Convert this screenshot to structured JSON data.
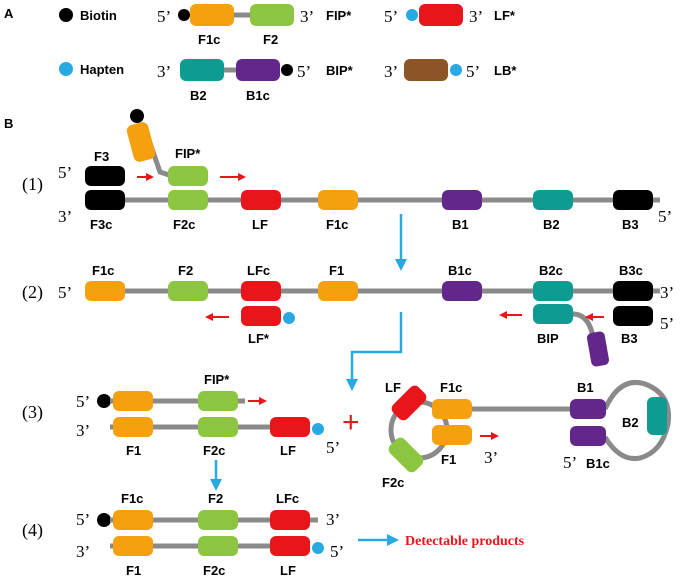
{
  "panels": {
    "a": "A",
    "b": "B"
  },
  "legend": {
    "biotin": "Biotin",
    "hapten": "Hapten"
  },
  "primers": {
    "fip": "FIP*",
    "bip": "BIP*",
    "lf": "LF*",
    "lb": "LB*"
  },
  "regions": {
    "f1c": "F1c",
    "f2": "F2",
    "b2": "B2",
    "b1c": "B1c",
    "f3": "F3",
    "f3c": "F3c",
    "f2c": "F2c",
    "lf": "LF",
    "b1": "B1",
    "b3": "B3",
    "lfc": "LFc",
    "f1": "F1",
    "b2c": "B2c",
    "b3c": "B3c",
    "bip": "BIP"
  },
  "ends": {
    "five": "5’",
    "three": "3’"
  },
  "steps": {
    "s1": "(1)",
    "s2": "(2)",
    "s3": "(3)",
    "s4": "(4)"
  },
  "plus": "+",
  "detectable": "Detectable products",
  "colors": {
    "orange": "#f5a00f",
    "green": "#8cc540",
    "red": "#e8151b",
    "purple": "#63278c",
    "teal": "#0e9c92",
    "brown": "#8c5527",
    "black": "#000000",
    "blue": "#29a9e1",
    "strand": "#8a8a8a"
  }
}
